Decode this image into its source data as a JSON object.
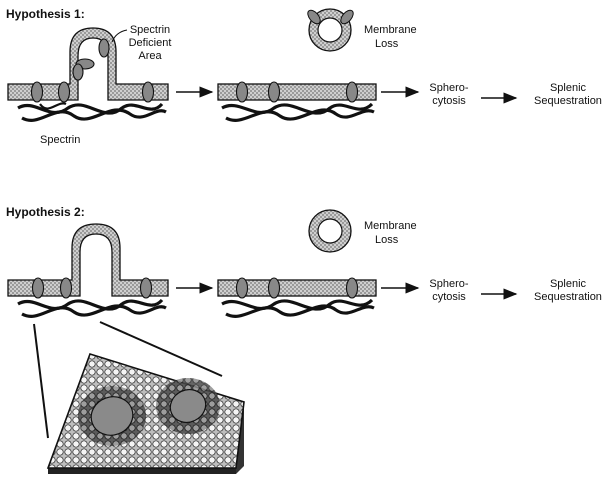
{
  "hypothesis_1": {
    "title": "Hypothesis 1:",
    "spectrin_deficient": [
      "Spectrin",
      "Deficient",
      "Area"
    ],
    "spectrin_label": "Spectrin",
    "membrane_loss": [
      "Membrane",
      "Loss"
    ],
    "spherocytosis": [
      "Sphero-",
      "cytosis"
    ],
    "splenic": [
      "Splenic",
      "Sequestration"
    ]
  },
  "hypothesis_2": {
    "title": "Hypothesis 2:",
    "membrane_loss": [
      "Membrane",
      "Loss"
    ],
    "spherocytosis": [
      "Sphero-",
      "cytosis"
    ],
    "splenic": [
      "Splenic",
      "Sequestration"
    ]
  },
  "colors": {
    "ink": "#111111",
    "membrane_fill": "#c9c9c9",
    "protein_fill": "#8a8a8a",
    "lattice_light": "#e6e6e6",
    "lattice_dark": "#555555"
  }
}
